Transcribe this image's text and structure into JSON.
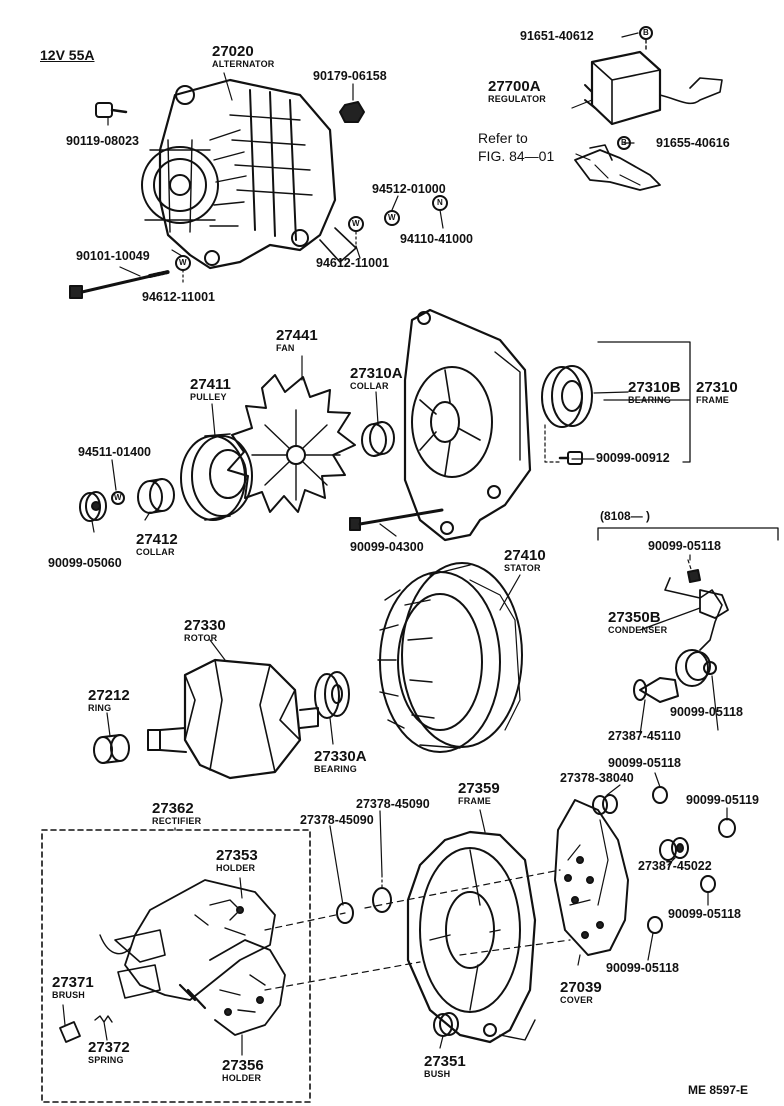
{
  "spec": "12V 55A",
  "footer": "ME 8597-E",
  "serial_range": "(8108—        )",
  "refer": {
    "line1": "Refer to",
    "line2": "FIG. 84—01"
  },
  "parts": {
    "p27020": {
      "num": "27020",
      "name": "ALTERNATOR"
    },
    "p27700A": {
      "num": "27700A",
      "name": "REGULATOR"
    },
    "p27441": {
      "num": "27441",
      "name": "FAN"
    },
    "p27411": {
      "num": "27411",
      "name": "PULLEY"
    },
    "p27310A": {
      "num": "27310A",
      "name": "COLLAR"
    },
    "p27310B": {
      "num": "27310B",
      "name": "BEARING"
    },
    "p27310": {
      "num": "27310",
      "name": "FRAME"
    },
    "p27412": {
      "num": "27412",
      "name": "COLLAR"
    },
    "p27410": {
      "num": "27410",
      "name": "STATOR"
    },
    "p27330": {
      "num": "27330",
      "name": "ROTOR"
    },
    "p27212": {
      "num": "27212",
      "name": "RING"
    },
    "p27330A": {
      "num": "27330A",
      "name": "BEARING"
    },
    "p27350B": {
      "num": "27350B",
      "name": "CONDENSER"
    },
    "p27362": {
      "num": "27362",
      "name": "RECTIFIER"
    },
    "p27359": {
      "num": "27359",
      "name": "FRAME"
    },
    "p27353": {
      "num": "27353",
      "name": "HOLDER"
    },
    "p27371": {
      "num": "27371",
      "name": "BRUSH"
    },
    "p27372": {
      "num": "27372",
      "name": "SPRING"
    },
    "p27356": {
      "num": "27356",
      "name": "HOLDER"
    },
    "p27039": {
      "num": "27039",
      "name": "COVER"
    },
    "p27351": {
      "num": "27351",
      "name": "BUSH"
    }
  },
  "numbers": {
    "n90119_08023": "90119-08023",
    "n90179_06158": "90179-06158",
    "n91651_40612": "91651-40612",
    "n91655_40616": "91655-40616",
    "n94512_01000": "94512-01000",
    "n94110_41000": "94110-41000",
    "n94612_11001a": "94612-11001",
    "n90101_10049": "90101-10049",
    "n94612_11001b": "94612-11001",
    "n94511_01400": "94511-01400",
    "n90099_00912": "90099-00912",
    "n90099_05060": "90099-05060",
    "n90099_04300": "90099-04300",
    "n90099_05118a": "90099-05118",
    "n27387_45110": "27387-45110",
    "n90099_05118b": "90099-05118",
    "n27378_38040": "27378-38040",
    "n90099_05118c": "90099-05118",
    "n90099_05119": "90099-05119",
    "n27378_45090a": "27378-45090",
    "n27378_45090b": "27378-45090",
    "n27387_45022": "27387-45022",
    "n90099_05118d": "90099-05118",
    "n90099_05118e": "90099-05118"
  },
  "symbols": {
    "b": "B",
    "w": "W",
    "n": "N"
  }
}
